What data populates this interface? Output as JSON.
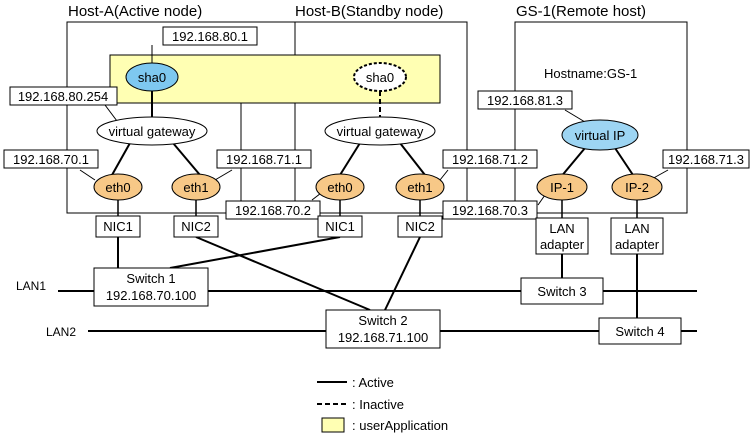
{
  "hosts": {
    "host_a": "Host-A(Active node)",
    "host_b": "Host-B(Standby node)",
    "gs1": "GS-1(Remote host)",
    "hostname": "Hostname:GS-1"
  },
  "ips": {
    "sha_active": "192.168.80.1",
    "vgw": "192.168.80.254",
    "a_eth0": "192.168.70.1",
    "a_eth1": "192.168.71.1",
    "b_eth0": "192.168.70.2",
    "b_eth1": "192.168.71.2",
    "vip": "192.168.81.3",
    "ip1": "192.168.70.3",
    "ip2": "192.168.71.3"
  },
  "nodes": {
    "sha0": "sha0",
    "virtual_gateway": "virtual gateway",
    "eth0": "eth0",
    "eth1": "eth1",
    "virtual_ip": "virtual IP",
    "ip1": "IP-1",
    "ip2": "IP-2",
    "nic1": "NIC1",
    "nic2": "NIC2",
    "lan_adapter_1": "LAN",
    "lan_adapter_2": "adapter"
  },
  "network": {
    "lan1": "LAN1",
    "lan2": "LAN2",
    "switch1": "Switch 1",
    "switch1_ip": "192.168.70.100",
    "switch2": "Switch 2",
    "switch2_ip": "192.168.71.100",
    "switch3": "Switch 3",
    "switch4": "Switch 4"
  },
  "legend": {
    "active": ": Active",
    "inactive": ": Inactive",
    "user_application": ": userApplication"
  },
  "colors": {
    "user_application_fill": "#FFFFB3",
    "sha_active_fill": "#7EC8F0",
    "nic_fill": "#F7C887",
    "vip_fill": "#9DD5F3"
  }
}
